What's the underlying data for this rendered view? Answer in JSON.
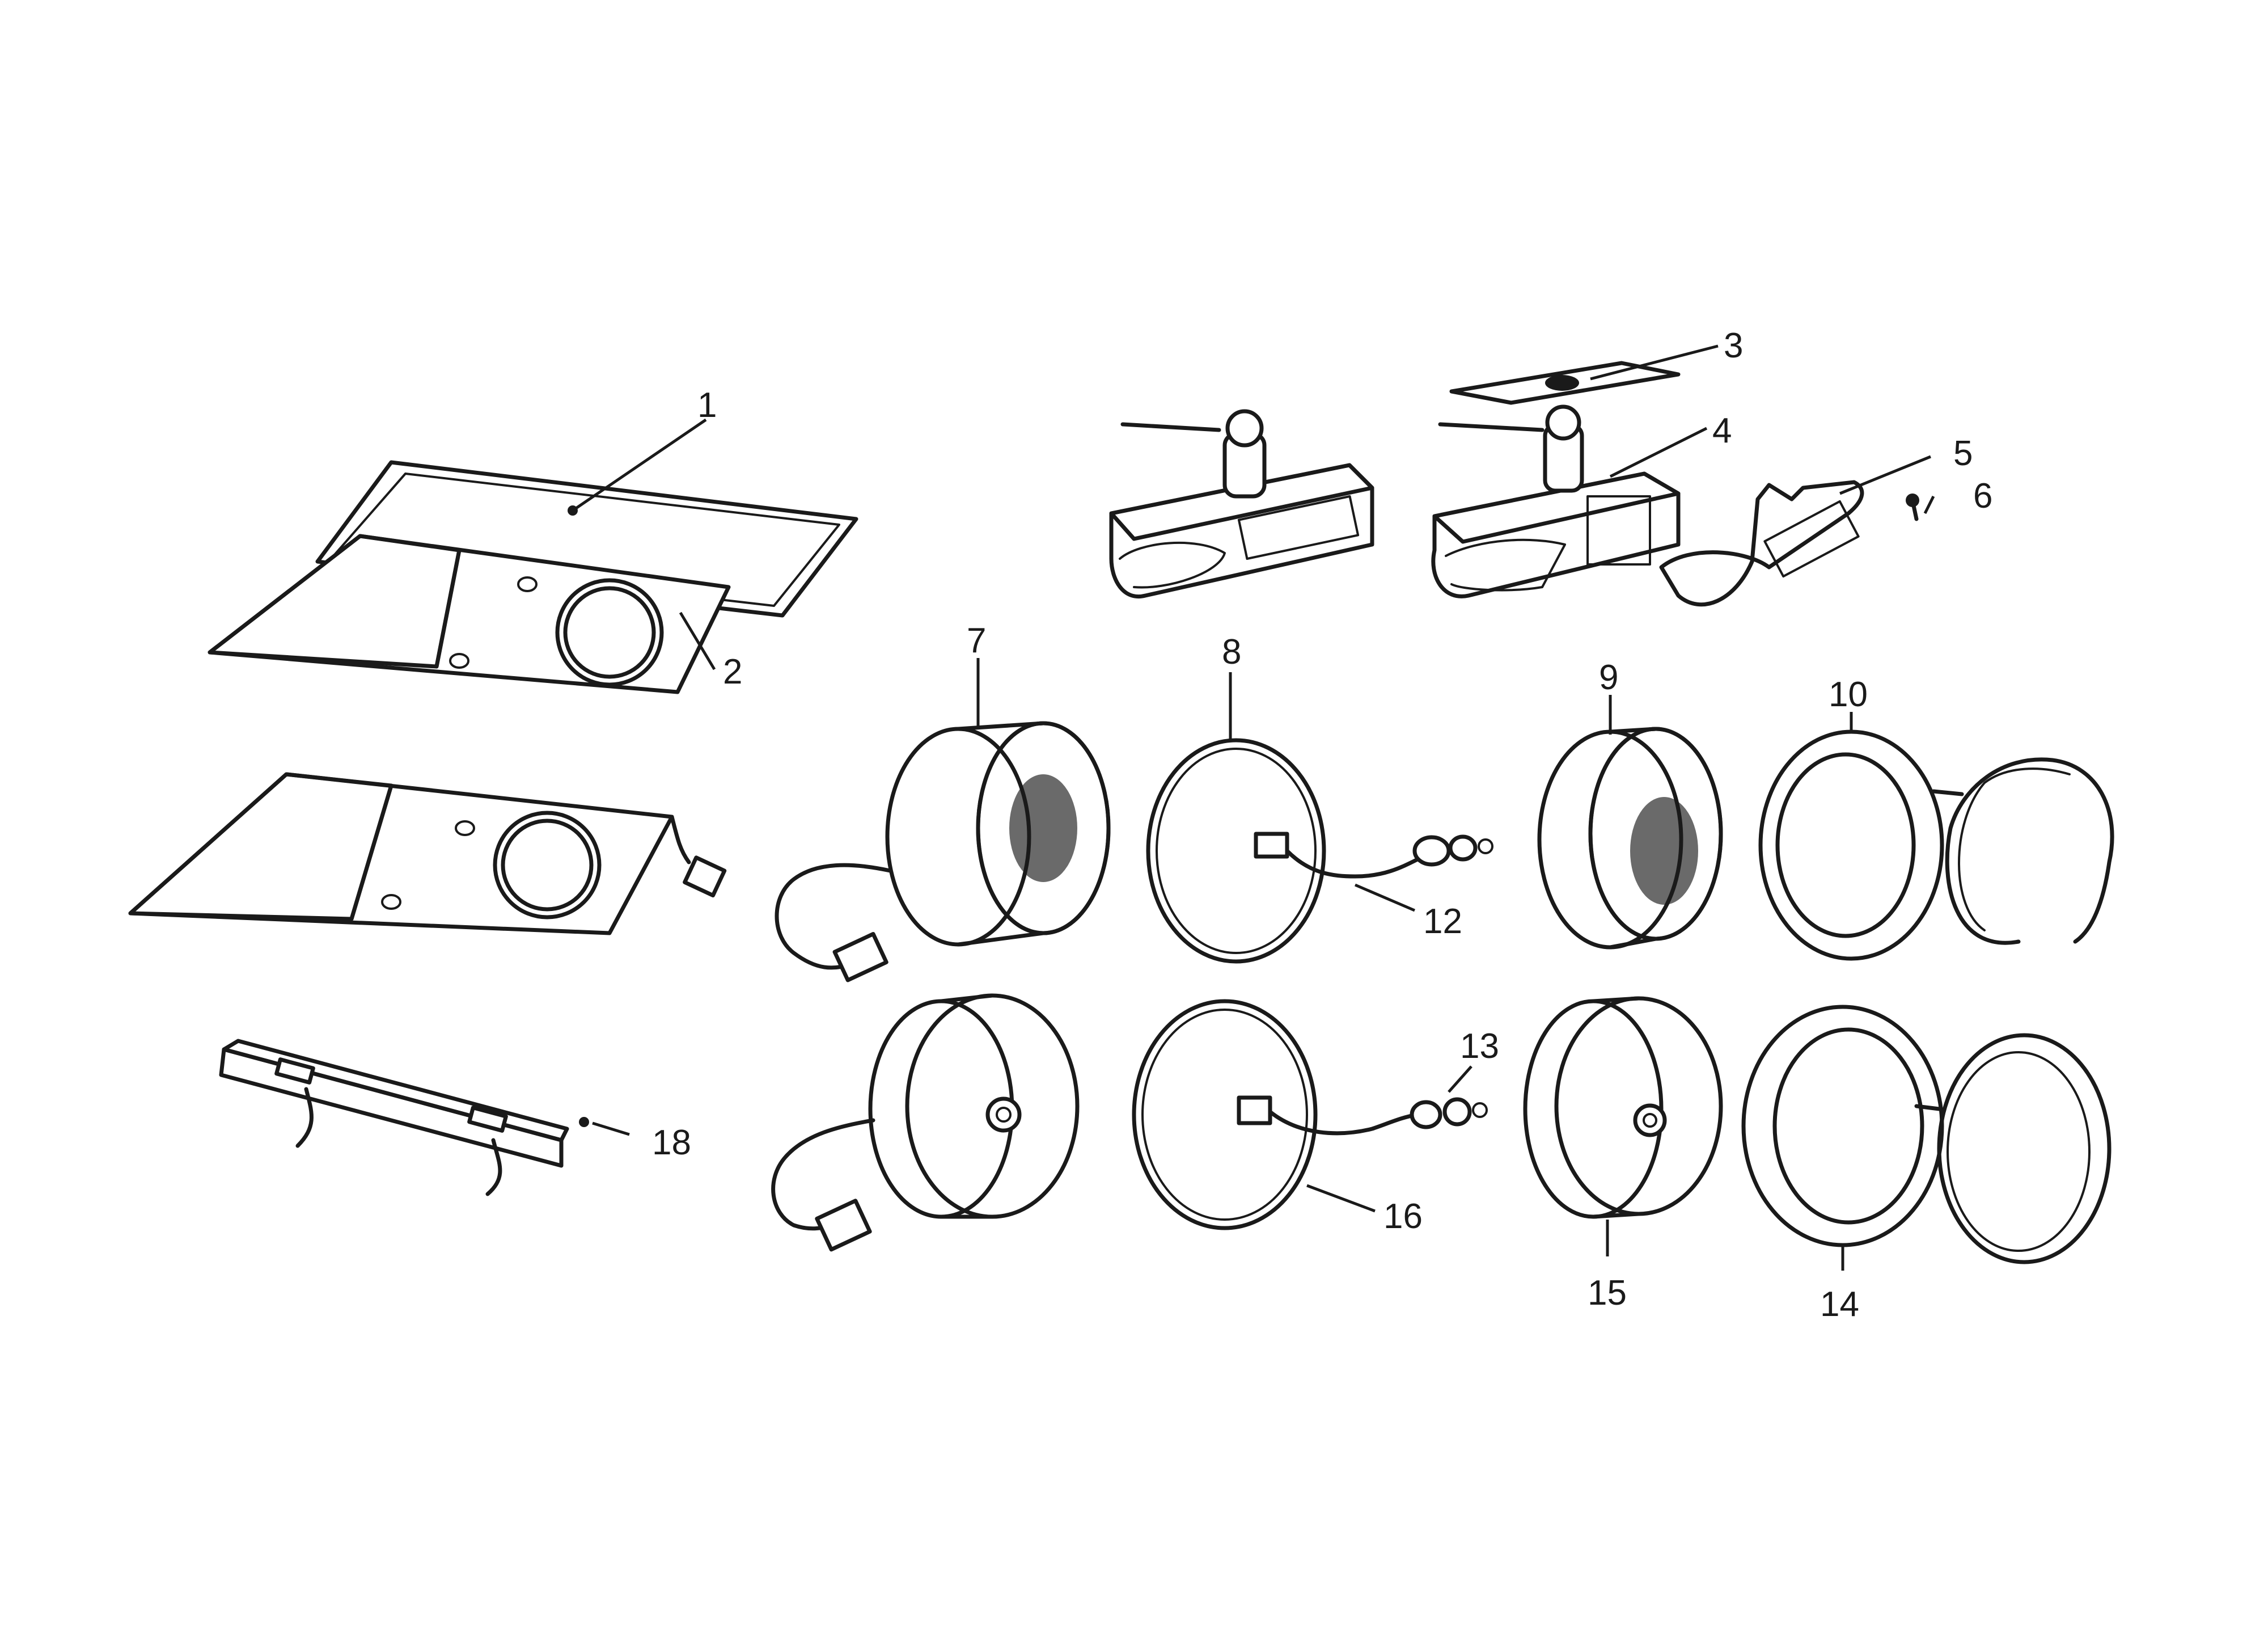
{
  "callouts": [
    {
      "id": "c1",
      "label": "1"
    },
    {
      "id": "c2",
      "label": "2"
    },
    {
      "id": "c3",
      "label": "3"
    },
    {
      "id": "c4",
      "label": "4"
    },
    {
      "id": "c5",
      "label": "5"
    },
    {
      "id": "c6",
      "label": "6"
    },
    {
      "id": "c7",
      "label": "7"
    },
    {
      "id": "c8",
      "label": "8"
    },
    {
      "id": "c9",
      "label": "9"
    },
    {
      "id": "c10",
      "label": "10"
    },
    {
      "id": "c12",
      "label": "12"
    },
    {
      "id": "c13",
      "label": "13"
    },
    {
      "id": "c14",
      "label": "14"
    },
    {
      "id": "c15",
      "label": "15"
    },
    {
      "id": "c16",
      "label": "16"
    },
    {
      "id": "c18",
      "label": "18"
    }
  ]
}
